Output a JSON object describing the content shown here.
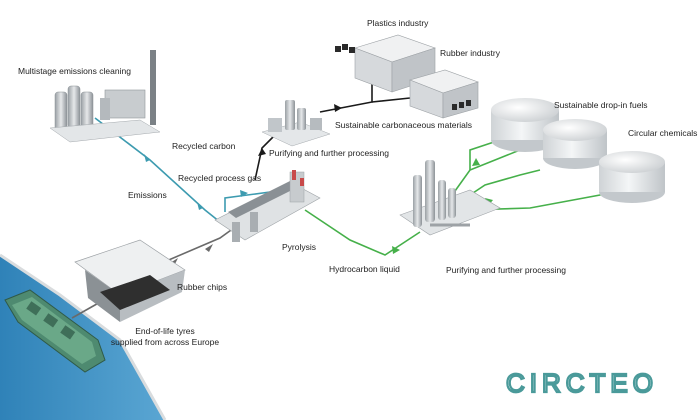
{
  "labels": {
    "multistage_cleaning": "Multistage emissions cleaning",
    "plastics_industry": "Plastics industry",
    "rubber_industry": "Rubber industry",
    "sustainable_carbonaceous": "Sustainable carbonaceous materials",
    "recycled_carbon": "Recycled carbon",
    "purifying_top": "Purifying and further processing",
    "recycled_gas": "Recycled process gas",
    "emissions": "Emissions",
    "pyrolysis": "Pyrolysis",
    "hydrocarbon_liquid": "Hydrocarbon liquid",
    "purifying_bottom": "Purifying and further processing",
    "dropin_fuels": "Sustainable drop-in fuels",
    "circular_chemicals": "Circular chemicals",
    "rubber_chips": "Rubber chips",
    "tyres_line1": "End-of-life tyres",
    "tyres_line2": "supplied from across Europe"
  },
  "logo": {
    "text": "CIRCTEO",
    "color": "#4a9a9a"
  },
  "colors": {
    "flow_gray": "#6a6a6a",
    "flow_black": "#1a1a1a",
    "flow_green": "#46b04a",
    "flow_teal": "#3d9bb0",
    "water": "#3f93c4"
  }
}
